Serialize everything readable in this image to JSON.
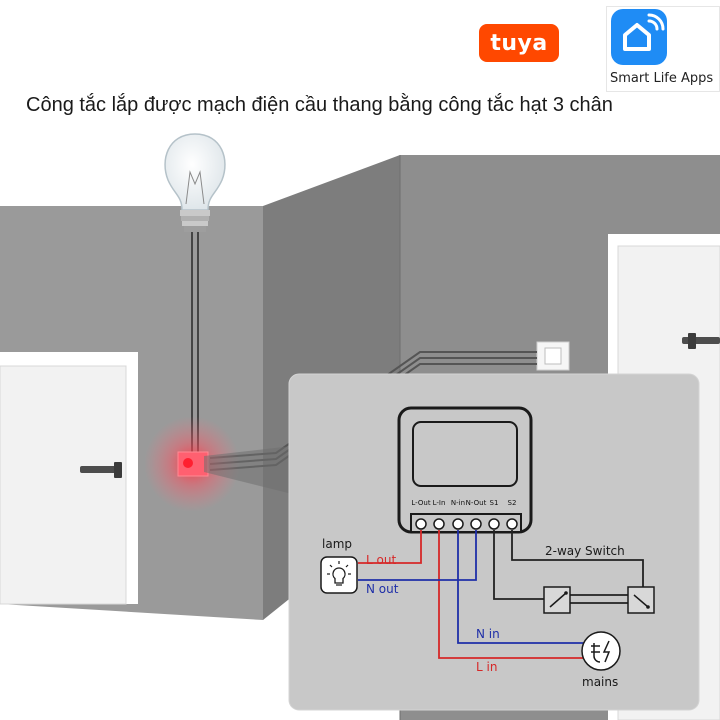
{
  "headline": "Công tắc lắp được mạch điện cầu thang bằng công tắc hạt 3 chân",
  "logos": {
    "tuya": "tuya",
    "smart_life": "Smart Life Apps"
  },
  "module": {
    "terminals": [
      "L-Out",
      "L-In",
      "N-in",
      "N-Out",
      "S1",
      "S2"
    ]
  },
  "labels": {
    "lamp": "lamp",
    "l_out": "L out",
    "n_out": "N out",
    "n_in": "N in",
    "l_in": "L in",
    "mains": "mains",
    "two_way_switch": "2-way Switch"
  },
  "colors": {
    "line_wire": "#d62828",
    "neutral_wire": "#1f2fa8",
    "switch_wire": "#222222",
    "tuya_brand": "#ff4800",
    "smart_life_brand": "#1f8cf5"
  }
}
